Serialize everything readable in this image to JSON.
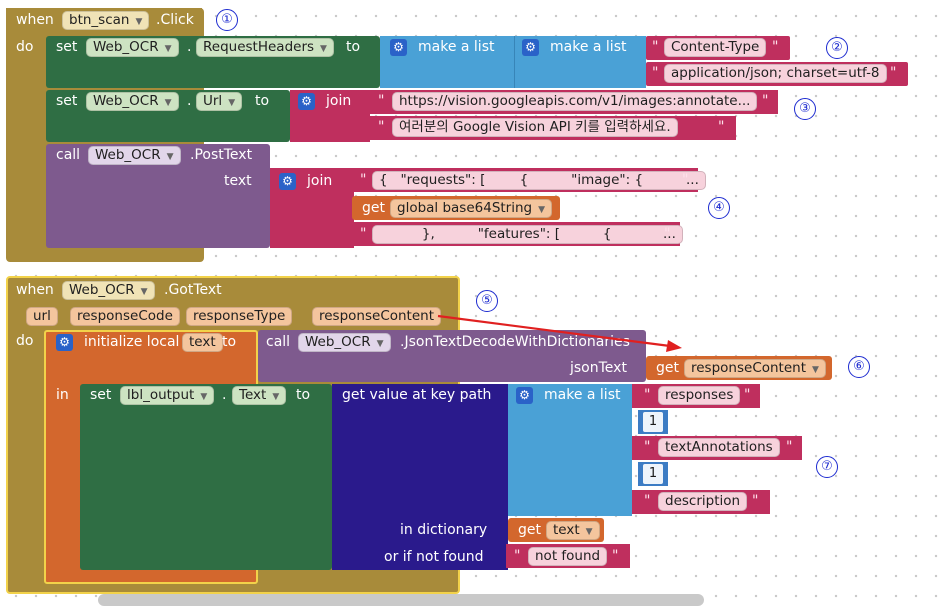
{
  "event1": {
    "when": "when",
    "component": "btn_scan",
    "event": ".Click",
    "do": "do",
    "set_headers": {
      "set": "set",
      "component": "Web_OCR",
      "property": "RequestHeaders",
      "to": "to",
      "make_list_outer": "make a list",
      "make_list_inner": "make a list",
      "item1": "Content-Type",
      "item2": "application/json; charset=utf-8"
    },
    "set_url": {
      "set": "set",
      "component": "Web_OCR",
      "property": "Url",
      "to": "to",
      "join": "join",
      "str1": "https://vision.googleapis.com/v1/images:annotate...",
      "str2": "여러분의 Google Vision API 키를 입력하세요."
    },
    "post_text": {
      "call": "call",
      "component": "Web_OCR",
      "method": ".PostText",
      "param": "text",
      "join": "join",
      "str1": "{   \"requests\": [        {          \"image\": {          ...",
      "get": "get",
      "var": "global base64String",
      "str2": "          },          \"features\": [          {            ..."
    }
  },
  "event2": {
    "when": "when",
    "component": "Web_OCR",
    "event": ".GotText",
    "params": [
      "url",
      "responseCode",
      "responseType",
      "responseContent"
    ],
    "do": "do",
    "init_local": "initialize local",
    "local_name": "text",
    "to": "to",
    "call": "call",
    "call_component": "Web_OCR",
    "call_method": ".JsonTextDecodeWithDictionaries",
    "json_text": "jsonText",
    "get": "get",
    "get_var": "responseContent",
    "in": "in",
    "set": "set",
    "set_component": "lbl_output",
    "set_property": "Text",
    "set_to": "to",
    "get_value_at_key_path": "get value at key path",
    "make_list": "make a list",
    "keys": [
      "responses",
      "1",
      "textAnnotations",
      "1",
      "description"
    ],
    "in_dictionary": "in dictionary",
    "get2": "get",
    "dict_var": "text",
    "or_if_not_found": "or if not found",
    "not_found": "not found"
  },
  "annotations": [
    "①",
    "②",
    "③",
    "④",
    "⑤",
    "⑥",
    "⑦"
  ],
  "colors": {
    "event": "#a88b3a",
    "setter": "#2f6e44",
    "list": "#4aa1d6",
    "call": "#7e5a8e",
    "text": "#bf2f5e",
    "variable": "#d3672d",
    "dictionary": "#2a1a8c",
    "math": "#3c7cc4",
    "arrow": "#e02020"
  }
}
